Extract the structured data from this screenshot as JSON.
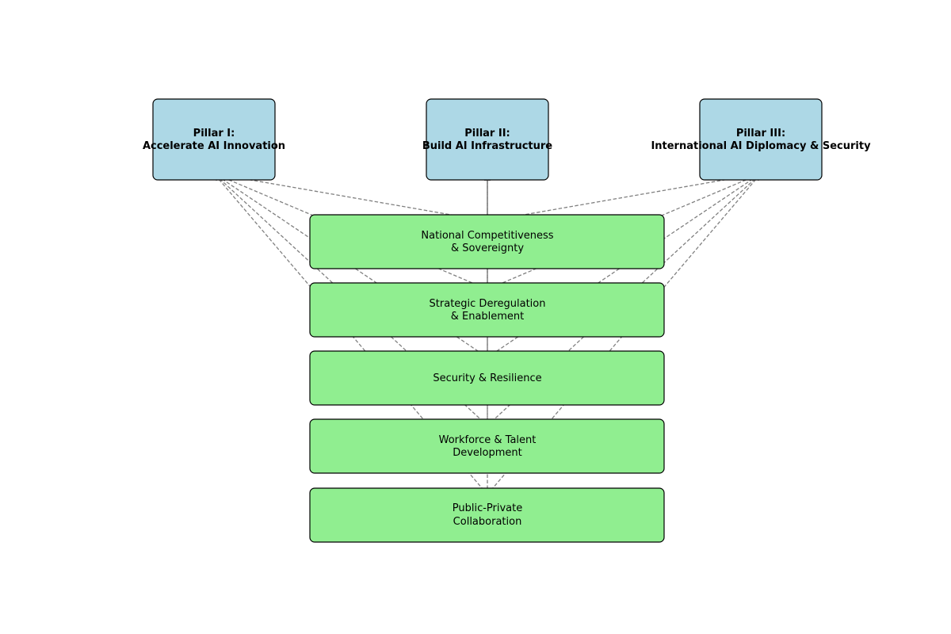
{
  "pillars": [
    {
      "line1": "Pillar I:",
      "line2": "Accelerate AI Innovation"
    },
    {
      "line1": "Pillar II:",
      "line2": "Build AI Infrastructure"
    },
    {
      "line1": "Pillar III:",
      "line2": "International AI Diplomacy & Security"
    }
  ],
  "themes": [
    {
      "line1": "National Competitiveness",
      "line2": "& Sovereignty"
    },
    {
      "line1": "Strategic Deregulation",
      "line2": "& Enablement"
    },
    {
      "line1": "Security & Resilience",
      "line2": ""
    },
    {
      "line1": "Workforce & Talent",
      "line2": "Development"
    },
    {
      "line1": "Public-Private",
      "line2": "Collaboration"
    }
  ],
  "colors": {
    "pillar_fill": "#add8e6",
    "theme_fill": "#90ee90",
    "connector": "#808080"
  }
}
